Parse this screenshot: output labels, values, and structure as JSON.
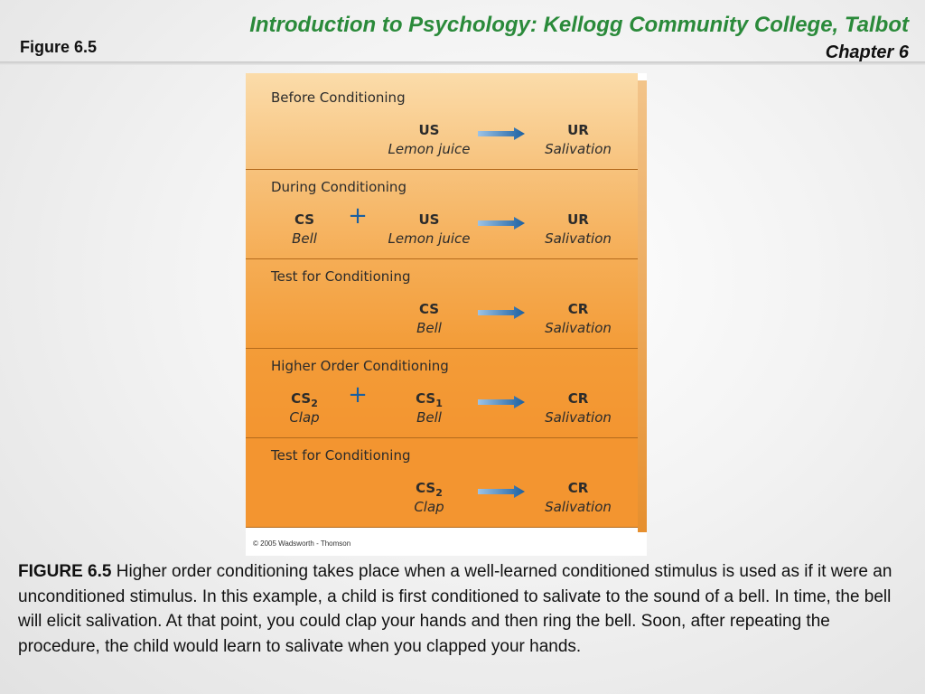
{
  "header": {
    "title": "Introduction to Psychology: Kellogg Community College, Talbot",
    "chapter": "Chapter 6",
    "figure_label": "Figure 6.5"
  },
  "figure": {
    "panels": [
      {
        "title": "Before Conditioning",
        "stimuli": [
          {
            "term": "US",
            "sub": "",
            "desc": "Lemon juice"
          }
        ],
        "response": {
          "term": "UR",
          "desc": "Salivation"
        }
      },
      {
        "title": "During Conditioning",
        "stimuli": [
          {
            "term": "CS",
            "sub": "",
            "desc": "Bell"
          },
          {
            "term": "US",
            "sub": "",
            "desc": "Lemon juice"
          }
        ],
        "response": {
          "term": "UR",
          "desc": "Salivation"
        }
      },
      {
        "title": "Test for Conditioning",
        "stimuli": [
          {
            "term": "CS",
            "sub": "",
            "desc": "Bell"
          }
        ],
        "response": {
          "term": "CR",
          "desc": "Salivation"
        }
      },
      {
        "title": "Higher Order Conditioning",
        "stimuli": [
          {
            "term": "CS",
            "sub": "2",
            "desc": "Clap"
          },
          {
            "term": "CS",
            "sub": "1",
            "desc": "Bell"
          }
        ],
        "response": {
          "term": "CR",
          "desc": "Salivation"
        }
      },
      {
        "title": "Test for Conditioning",
        "stimuli": [
          {
            "term": "CS",
            "sub": "2",
            "desc": "Clap"
          }
        ],
        "response": {
          "term": "CR",
          "desc": "Salivation"
        }
      }
    ],
    "plus_symbol": "+",
    "copyright": "© 2005 Wadsworth - Thomson"
  },
  "caption": {
    "label": "FIGURE 6.5",
    "text": " Higher order conditioning takes place when a well-learned conditioned stimulus is used as if it were an unconditioned stimulus. In this example, a child is first conditioned to salivate to the sound of a bell. In time, the bell will elicit salivation. At that point, you could clap your hands and then ring the bell. Soon, after repeating the procedure, the child would learn to salivate when you clapped your hands."
  },
  "colors": {
    "title_green": "#2a8a3a",
    "arrow_blue": "#1a5fa0",
    "panel_gradient": [
      "#fbdcaa",
      "#f7c27c",
      "#f5ad55",
      "#f39c38",
      "#f39530"
    ]
  }
}
